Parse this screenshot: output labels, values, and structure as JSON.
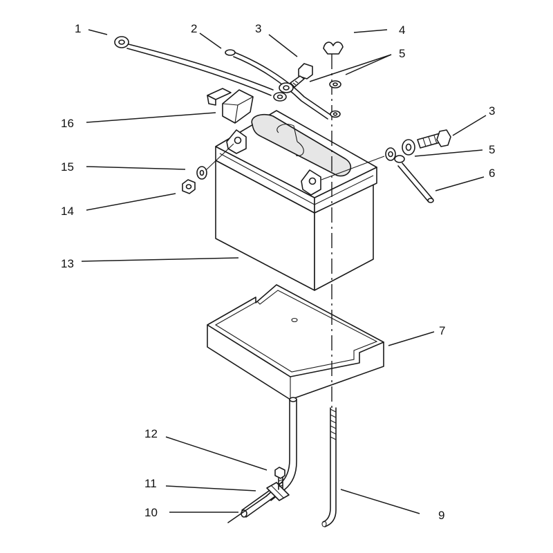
{
  "callouts": {
    "c1": "1",
    "c2": "2",
    "c3a": "3",
    "c3b": "3",
    "c4": "4",
    "c5a": "5",
    "c5b": "5",
    "c6": "6",
    "c7": "7",
    "c9": "9",
    "c10": "10",
    "c11": "11",
    "c12": "12",
    "c13": "13",
    "c14": "14",
    "c15": "15",
    "c16": "16"
  }
}
